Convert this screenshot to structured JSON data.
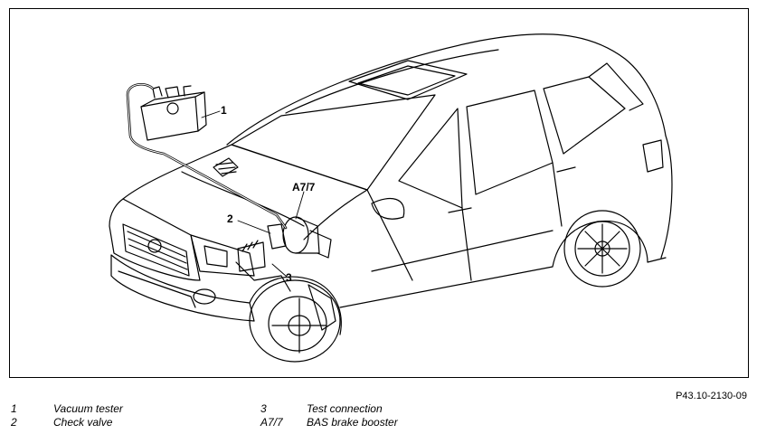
{
  "callouts": {
    "c1": "1",
    "c2": "2",
    "c3": "3",
    "a77": "A7/7"
  },
  "figure_ref": "P43.10-2130-09",
  "legend": [
    {
      "key": "1",
      "label": "Vacuum tester"
    },
    {
      "key": "2",
      "label": "Check valve"
    },
    {
      "key": "3",
      "label": "Test connection"
    },
    {
      "key": "A7/7",
      "label": "BAS brake booster"
    }
  ]
}
